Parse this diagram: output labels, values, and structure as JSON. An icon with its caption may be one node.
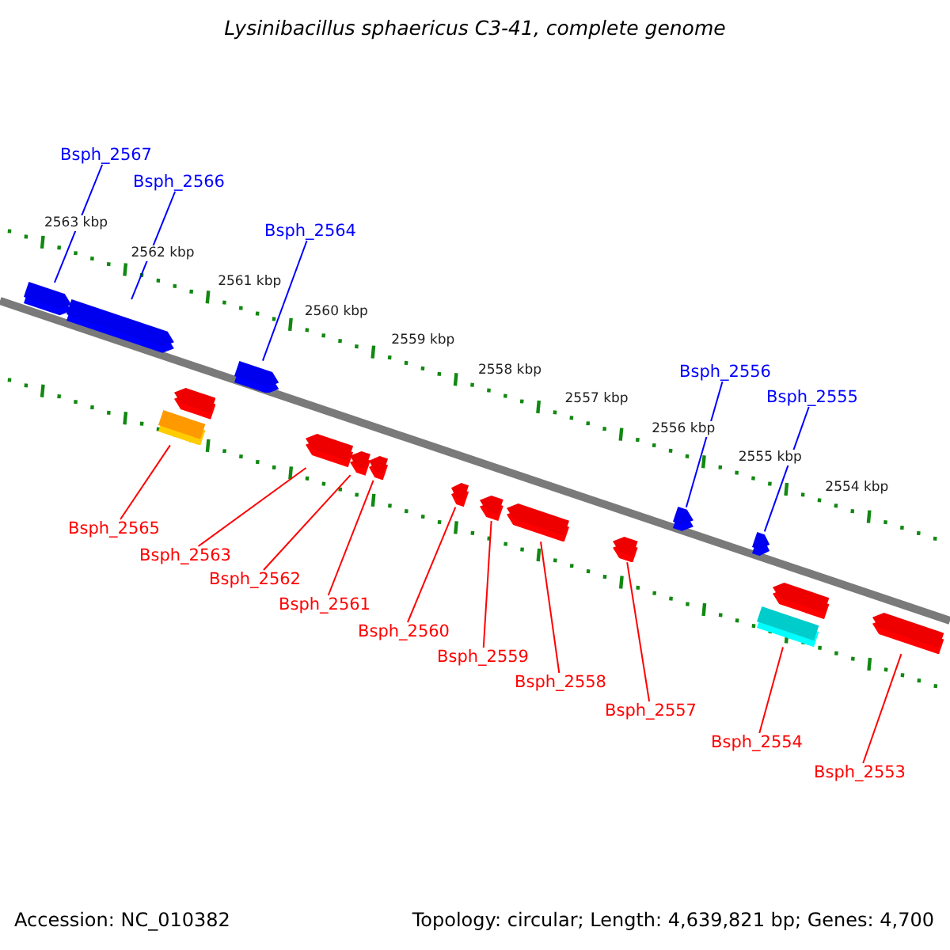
{
  "diagram": {
    "title": "Lysinibacillus sphaericus C3-41, complete genome",
    "nodes": [
      {
        "text": [
          "Bsph_2567"
        ]
      },
      {
        "text": [
          "Bsph_2566"
        ]
      },
      {
        "text": [
          "Bsph_2564"
        ]
      },
      {
        "text": [
          "Bsph_2556"
        ]
      },
      {
        "text": [
          "Bsph_2555"
        ]
      },
      {
        "text": [],
        "shape": "arrow"
      },
      {
        "text": [],
        "shape": "arrow"
      },
      {
        "text": [],
        "shape": "arrow"
      },
      {
        "text": [],
        "shape": "arrow"
      },
      {
        "text": [],
        "shape": "arrow"
      },
      {
        "text": [],
        "shape": "arrow"
      },
      {
        "text": [],
        "shape": "bar"
      },
      {
        "text": [],
        "shape": "arrow"
      },
      {
        "text": [],
        "shape": "arrow"
      },
      {
        "text": [],
        "shape": "arrow"
      },
      {
        "text": [],
        "shape": "arrow"
      },
      {
        "text": [],
        "shape": "arrow"
      },
      {
        "text": [],
        "shape": "arrow"
      },
      {
        "text": [],
        "shape": "arrow"
      },
      {
        "text": [],
        "shape": "arrow"
      },
      {
        "text": [],
        "shape": "bar"
      },
      {
        "text": [],
        "shape": "arrow"
      },
      {
        "text": [
          "Bsph_2565"
        ]
      },
      {
        "text": [
          "Bsph_2563"
        ]
      },
      {
        "text": [
          "Bsph_2562"
        ]
      },
      {
        "text": [
          "Bsph_2561"
        ]
      },
      {
        "text": [
          "Bsph_2560"
        ]
      },
      {
        "text": [
          "Bsph_2559"
        ]
      },
      {
        "text": [
          "Bsph_2558"
        ]
      },
      {
        "text": [
          "Bsph_2557"
        ]
      },
      {
        "text": [
          "Bsph_2554"
        ]
      },
      {
        "text": [
          "Bsph_2553"
        ]
      }
    ],
    "edges": [
      {
        "from": 0,
        "to": 5,
        "arrow": "none",
        "color": "#0000ff"
      },
      {
        "from": 1,
        "to": 6,
        "arrow": "none",
        "color": "#0000ff"
      },
      {
        "from": 2,
        "to": 7,
        "arrow": "none",
        "color": "#0000ff"
      },
      {
        "from": 3,
        "to": 8,
        "arrow": "none",
        "color": "#0000ff"
      },
      {
        "from": 4,
        "to": 9,
        "arrow": "none",
        "color": "#0000ff"
      },
      {
        "from": 22,
        "to": 11,
        "arrow": "none"
      },
      {
        "from": 23,
        "to": 12,
        "arrow": "none"
      },
      {
        "from": 24,
        "to": 13,
        "arrow": "none"
      },
      {
        "from": 25,
        "to": 14,
        "arrow": "none"
      },
      {
        "from": 26,
        "to": 15,
        "arrow": "none"
      },
      {
        "from": 27,
        "to": 16,
        "arrow": "none"
      },
      {
        "from": 28,
        "to": 17,
        "arrow": "none"
      },
      {
        "from": 29,
        "to": 18,
        "arrow": "none"
      },
      {
        "from": 30,
        "to": 20,
        "arrow": "none"
      },
      {
        "from": 31,
        "to": 21,
        "arrow": "none"
      }
    ],
    "labels": [
      "2563 kbp",
      "2562 kbp",
      "2561 kbp",
      "2560 kbp",
      "2559 kbp",
      "2558 kbp",
      "2557 kbp",
      "2556 kbp",
      "2555 kbp",
      "2554 kbp",
      "Accession: NC_010382",
      "Topology: circular; Length: 4,639,821 bp; Genes: 4,700"
    ]
  }
}
